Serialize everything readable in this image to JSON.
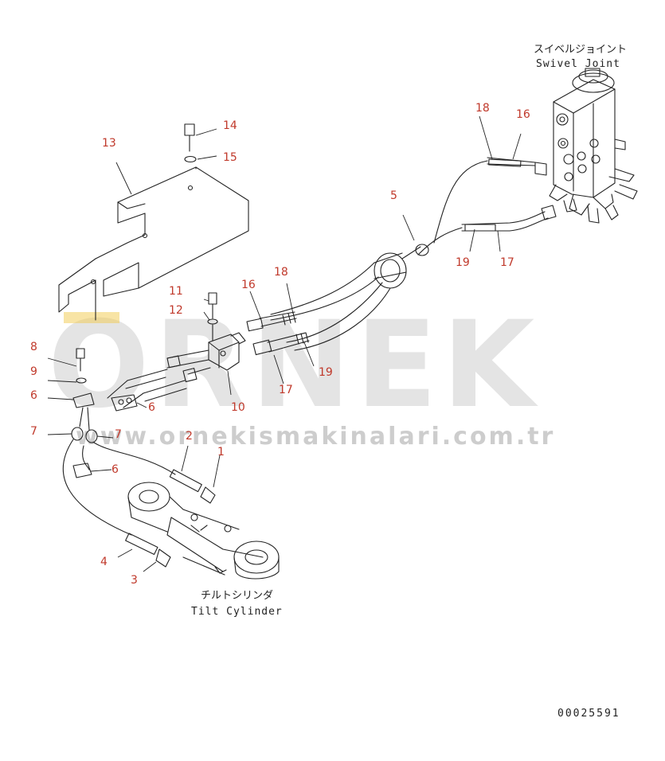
{
  "colors": {
    "line": "#222222",
    "callout": "#c0392b",
    "watermark": "#c9c9c9",
    "watermark_accent": "#f2c94c"
  },
  "watermark": {
    "brand": "ORNEK",
    "url": "www.ornekismakinalari.com.tr"
  },
  "components": {
    "swivel_joint_jp": "スイベルジョイント",
    "swivel_joint_en": "Swivel Joint",
    "tilt_cylinder_jp": "チルトシリンダ",
    "tilt_cylinder_en": "Tilt Cylinder"
  },
  "drawing_number": "00025591",
  "callouts": [
    {
      "id": "c14",
      "text": "14"
    },
    {
      "id": "c15",
      "text": "15"
    },
    {
      "id": "c13",
      "text": "13"
    },
    {
      "id": "c18a",
      "text": "18"
    },
    {
      "id": "c16a",
      "text": "16"
    },
    {
      "id": "c5",
      "text": "5"
    },
    {
      "id": "c19a",
      "text": "19"
    },
    {
      "id": "c17a",
      "text": "17"
    },
    {
      "id": "c11",
      "text": "11"
    },
    {
      "id": "c12",
      "text": "12"
    },
    {
      "id": "c16b",
      "text": "16"
    },
    {
      "id": "c18b",
      "text": "18"
    },
    {
      "id": "c8",
      "text": "8"
    },
    {
      "id": "c9",
      "text": "9"
    },
    {
      "id": "c6a",
      "text": "6"
    },
    {
      "id": "c6b",
      "text": "6"
    },
    {
      "id": "c10",
      "text": "10"
    },
    {
      "id": "c17b",
      "text": "17"
    },
    {
      "id": "c19b",
      "text": "19"
    },
    {
      "id": "c7a",
      "text": "7"
    },
    {
      "id": "c7b",
      "text": "7"
    },
    {
      "id": "c2",
      "text": "2"
    },
    {
      "id": "c1",
      "text": "1"
    },
    {
      "id": "c6c",
      "text": "6"
    },
    {
      "id": "c4",
      "text": "4"
    },
    {
      "id": "c3",
      "text": "3"
    }
  ]
}
